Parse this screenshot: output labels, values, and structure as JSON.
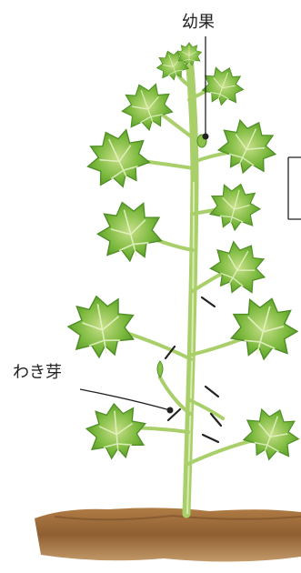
{
  "labels": {
    "young_fruit": "幼果",
    "side_bud": "わき芽"
  },
  "colors": {
    "leaf": "#7ab83c",
    "leaf_dark": "#4f8f26",
    "leaf_light": "#b5d97a",
    "stem": "#a9cf6a",
    "soil": "#9b6a3c",
    "soil_dark": "#6e4521",
    "line": "#222222"
  },
  "icons": {
    "plant": "tomato-seedling-illustration",
    "prune_mark": "cut-mark-icon"
  }
}
